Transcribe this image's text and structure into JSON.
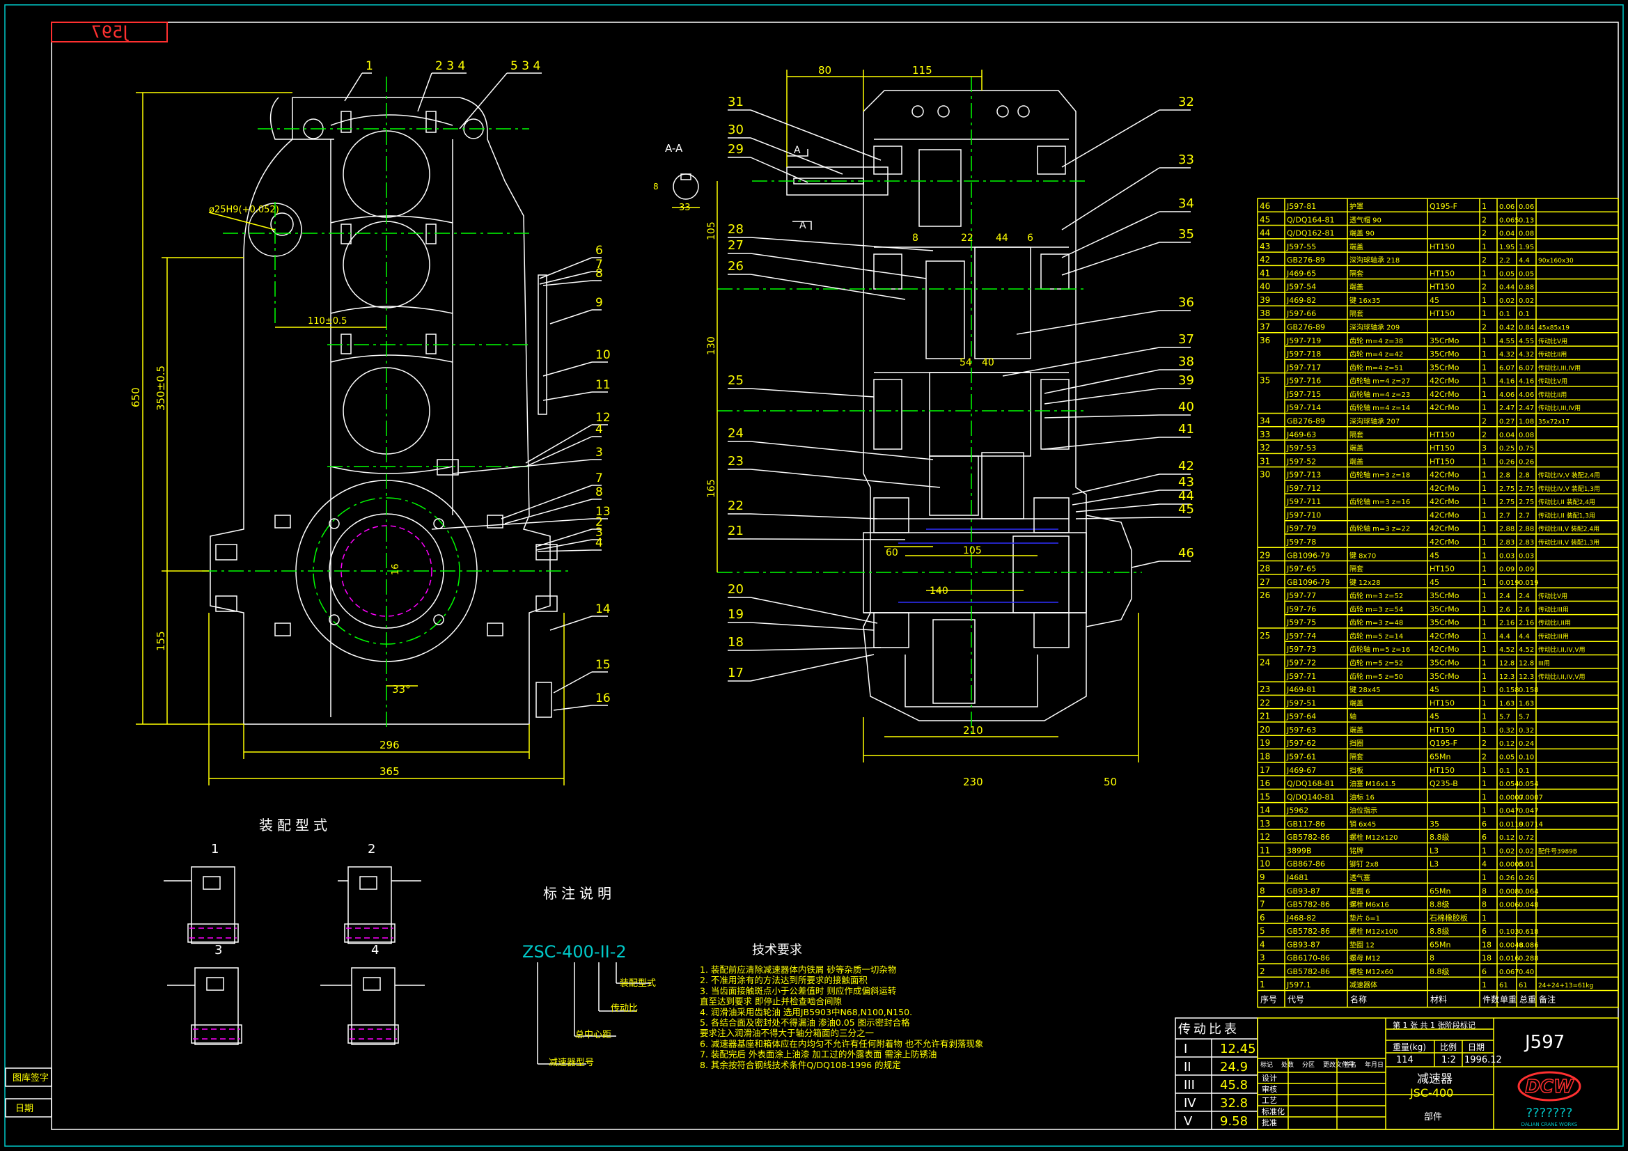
{
  "drawing": {
    "corner_code": "J597",
    "views": {
      "front": {
        "dims": {
          "height": "650",
          "height2": "350±0.5",
          "lower": "155",
          "width_inner": "296",
          "width_outer": "365",
          "bore": "ø25H9(+0.052)",
          "shaft_center": "110±0.5",
          "angle": "33°",
          "key": "16"
        },
        "part_callouts": [
          "1",
          "2 3 4",
          "5 3 4",
          "6",
          "7",
          "8",
          "9",
          "10",
          "11",
          "12",
          "4",
          "3",
          "7",
          "8",
          "13",
          "2",
          "3",
          "4",
          "14",
          "15",
          "16"
        ]
      },
      "section_label": "A-A",
      "section_dims": {
        "a": "8",
        "b": "33",
        "c": "A",
        "d": "A"
      },
      "side": {
        "dims": {
          "top80": "80",
          "top115": "115",
          "d105": "105",
          "d130": "130",
          "d165": "165",
          "w210": "210",
          "w230": "230",
          "w50": "50",
          "p60": "60",
          "p105": "105",
          "p140": "140",
          "d8": "8",
          "d22": "22",
          "d44": "44",
          "d6": "6",
          "d54": "54",
          "d40": "40"
        },
        "callouts_left": [
          "31",
          "30",
          "29",
          "28",
          "27",
          "26",
          "25",
          "24",
          "23",
          "22",
          "21",
          "20",
          "19",
          "18",
          "17"
        ],
        "callouts_right": [
          "32",
          "33",
          "34",
          "35",
          "36",
          "37",
          "38",
          "39",
          "40",
          "41",
          "42",
          "43",
          "44",
          "45",
          "46"
        ]
      }
    },
    "assembly": {
      "title": "装配型式",
      "types": [
        "1",
        "2",
        "3",
        "4"
      ]
    },
    "notation": {
      "title": "标注说明",
      "model": "ZSC-400-II-2",
      "labels": [
        "装配型式",
        "传动比",
        "总中心距",
        "减速器型号"
      ]
    },
    "requirements": {
      "title": "技术要求",
      "items": [
        "1. 装配前应清除减速器体内铁屑 砂等杂质一切杂物",
        "2. 不准用涂有的方法达到所要求的接触面积",
        "3. 当齿面接触斑点小于公差值时 则应作成偏斜运转",
        "   直至达到要求 即停止并检查啮合间隙",
        "4. 润滑油采用齿轮油 选用JB5903中N68,N100,N150.",
        "5. 各结合面及密封处不得漏油 渗油0.05 图示密封合格",
        "   要求注入润滑油不得大于轴分箱面的三分之一",
        "6. 减速器基座和箱体应在内均匀不允许有任何附着物 也不允许有剥落现象",
        "7. 装配完后 外表面涂上油漆 加工过的外露表面 需涂上防锈油",
        "8. 其余按符合钢线技术条件Q/DQ108-1996 的规定"
      ]
    },
    "ratio_table": {
      "header": "传动比表",
      "rows": [
        [
          "I",
          "12.45"
        ],
        [
          "II",
          "24.9"
        ],
        [
          "III",
          "45.8"
        ],
        [
          "IV",
          "32.8"
        ],
        [
          "V",
          "9.58"
        ]
      ]
    },
    "left_stamps": [
      "图库签字",
      "日期"
    ],
    "bom": {
      "columns": [
        "序号",
        "代号",
        "名称",
        "材料",
        "件数",
        "单重",
        "总重",
        "备注"
      ],
      "rows": [
        [
          "46",
          "J597-81",
          "护罩",
          "Q195-F",
          "1",
          "0.06",
          "0.06",
          ""
        ],
        [
          "45",
          "Q/DQ164-81",
          "透气帽 90",
          "",
          "2",
          "0.065",
          "0.13",
          ""
        ],
        [
          "44",
          "Q/DQ162-81",
          "端盖 90",
          "",
          "2",
          "0.04",
          "0.08",
          ""
        ],
        [
          "43",
          "J597-55",
          "端盖",
          "HT150",
          "1",
          "1.95",
          "1.95",
          ""
        ],
        [
          "42",
          "GB276-89",
          "深沟球轴承 218",
          "",
          "2",
          "2.2",
          "4.4",
          "90x160x30"
        ],
        [
          "41",
          "J469-65",
          "隔套",
          "HT150",
          "1",
          "0.05",
          "0.05",
          ""
        ],
        [
          "40",
          "J597-54",
          "端盖",
          "HT150",
          "2",
          "0.44",
          "0.88",
          ""
        ],
        [
          "39",
          "J469-82",
          "键 16x35",
          "45",
          "1",
          "0.02",
          "0.02",
          ""
        ],
        [
          "38",
          "J597-66",
          "隔套",
          "HT150",
          "1",
          "0.1",
          "0.1",
          ""
        ],
        [
          "37",
          "GB276-89",
          "深沟球轴承 209",
          "",
          "2",
          "0.42",
          "0.84",
          "45x85x19"
        ],
        [
          "36",
          "J597-719",
          "齿轮 m=4 z=38",
          "35CrMo",
          "1",
          "4.55",
          "4.55",
          "传动比V用"
        ],
        [
          "",
          "J597-718",
          "齿轮 m=4 z=42",
          "35CrMo",
          "1",
          "4.32",
          "4.32",
          "传动比II用"
        ],
        [
          "",
          "J597-717",
          "齿轮 m=4 z=51",
          "35CrMo",
          "1",
          "6.07",
          "6.07",
          "传动比I,III,IV用"
        ],
        [
          "35",
          "J597-716",
          "齿轮轴 m=4 z=27",
          "42CrMo",
          "1",
          "4.16",
          "4.16",
          "传动比V用"
        ],
        [
          "",
          "J597-715",
          "齿轮轴 m=4 z=23",
          "42CrMo",
          "1",
          "4.06",
          "4.06",
          "传动比II用"
        ],
        [
          "",
          "J597-714",
          "齿轮轴 m=4 z=14",
          "42CrMo",
          "1",
          "2.47",
          "2.47",
          "传动比I,III,IV用"
        ],
        [
          "34",
          "GB276-89",
          "深沟球轴承 207",
          "",
          "2",
          "0.27",
          "1.08",
          "35x72x17"
        ],
        [
          "33",
          "J469-63",
          "隔套",
          "HT150",
          "2",
          "0.04",
          "0.08",
          ""
        ],
        [
          "32",
          "J597-53",
          "端盖",
          "HT150",
          "3",
          "0.25",
          "0.75",
          ""
        ],
        [
          "31",
          "J597-52",
          "端盖",
          "HT150",
          "1",
          "0.26",
          "0.26",
          ""
        ],
        [
          "30",
          "J597-713",
          "齿轮轴 m=3 z=18",
          "42CrMo",
          "1",
          "2.8",
          "2.8",
          "传动比IV,V 装配2,4用"
        ],
        [
          "",
          "J597-712",
          "",
          "42CrMo",
          "1",
          "2.75",
          "2.75",
          "传动比IV,V 装配1,3用"
        ],
        [
          "",
          "J597-711",
          "齿轮轴 m=3 z=16",
          "42CrMo",
          "1",
          "2.75",
          "2.75",
          "传动比I,II 装配2,4用"
        ],
        [
          "",
          "J597-710",
          "",
          "42CrMo",
          "1",
          "2.7",
          "2.7",
          "传动比I,II 装配1,3用"
        ],
        [
          "",
          "J597-79",
          "齿轮轴 m=3 z=22",
          "42CrMo",
          "1",
          "2.88",
          "2.88",
          "传动比III,V 装配2,4用"
        ],
        [
          "",
          "J597-78",
          "",
          "42CrMo",
          "1",
          "2.83",
          "2.83",
          "传动比III,V 装配1,3用"
        ],
        [
          "29",
          "GB1096-79",
          "键 8x70",
          "45",
          "1",
          "0.03",
          "0.03",
          ""
        ],
        [
          "28",
          "J597-65",
          "隔套",
          "HT150",
          "1",
          "0.09",
          "0.09",
          ""
        ],
        [
          "27",
          "GB1096-79",
          "键 12x28",
          "45",
          "1",
          "0.019",
          "0.019",
          ""
        ],
        [
          "26",
          "J597-77",
          "齿轮 m=3 z=52",
          "35CrMo",
          "1",
          "2.4",
          "2.4",
          "传动比V用"
        ],
        [
          "",
          "J597-76",
          "齿轮 m=3 z=54",
          "35CrMo",
          "1",
          "2.6",
          "2.6",
          "传动比III用"
        ],
        [
          "",
          "J597-75",
          "齿轮 m=3 z=48",
          "35CrMo",
          "1",
          "2.16",
          "2.16",
          "传动比I,II用"
        ],
        [
          "25",
          "J597-74",
          "齿轮 m=5 z=14",
          "42CrMo",
          "1",
          "4.4",
          "4.4",
          "传动比III用"
        ],
        [
          "",
          "J597-73",
          "齿轮轴 m=5 z=16",
          "42CrMo",
          "1",
          "4.52",
          "4.52",
          "传动比I,II,IV,V用"
        ],
        [
          "24",
          "J597-72",
          "齿轮 m=5 z=52",
          "35CrMo",
          "1",
          "12.8",
          "12.8",
          "III用"
        ],
        [
          "",
          "J597-71",
          "齿轮 m=5 z=50",
          "35CrMo",
          "1",
          "12.3",
          "12.3",
          "传动比I,II,IV,V用"
        ],
        [
          "23",
          "J469-81",
          "键 28x45",
          "45",
          "1",
          "0.158",
          "0.158",
          ""
        ],
        [
          "22",
          "J597-51",
          "端盖",
          "HT150",
          "1",
          "1.63",
          "1.63",
          ""
        ],
        [
          "21",
          "J597-64",
          "轴",
          "45",
          "1",
          "5.7",
          "5.7",
          ""
        ],
        [
          "20",
          "J597-63",
          "端盖",
          "HT150",
          "1",
          "0.32",
          "0.32",
          ""
        ],
        [
          "19",
          "J597-62",
          "挡圈",
          "Q195-F",
          "2",
          "0.12",
          "0.24",
          ""
        ],
        [
          "18",
          "J597-61",
          "隔套",
          "65Mn",
          "2",
          "0.05",
          "0.10",
          ""
        ],
        [
          "17",
          "J469-67",
          "挡板",
          "HT150",
          "1",
          "0.1",
          "0.1",
          ""
        ],
        [
          "16",
          "Q/DQ168-81",
          "油塞 M16x1.5",
          "Q235-B",
          "1",
          "0.054",
          "0.054",
          ""
        ],
        [
          "15",
          "Q/DQ140-81",
          "油标 16",
          "",
          "1",
          "0.0007",
          "0.0007",
          ""
        ],
        [
          "14",
          "J5962",
          "油位指示",
          "",
          "1",
          "0.047",
          "0.047",
          ""
        ],
        [
          "13",
          "GB117-86",
          "销 6x45",
          "35",
          "6",
          "0.0119",
          "0.0714",
          ""
        ],
        [
          "12",
          "GB5782-86",
          "螺栓 M12x120",
          "8.8级",
          "6",
          "0.12",
          "0.72",
          ""
        ],
        [
          "11",
          "3899B",
          "铭牌",
          "L3",
          "1",
          "0.02",
          "0.02",
          "配件号3989B"
        ],
        [
          "10",
          "GB867-86",
          "铆钉 2x8",
          "L3",
          "4",
          "0.0005",
          "0.01",
          ""
        ],
        [
          "9",
          "J4681",
          "透气塞",
          "",
          "1",
          "0.26",
          "0.26",
          ""
        ],
        [
          "8",
          "GB93-87",
          "垫圈 6",
          "65Mn",
          "8",
          "0.008",
          "0.064",
          ""
        ],
        [
          "7",
          "GB5782-86",
          "螺栓 M6x16",
          "8.8级",
          "8",
          "0.006",
          "0.048",
          ""
        ],
        [
          "6",
          "J468-82",
          "垫片 δ=1",
          "石棉橡胶板",
          "1",
          "",
          "",
          ""
        ],
        [
          "5",
          "GB5782-86",
          "螺栓 M12x100",
          "8.8级",
          "6",
          "0.103",
          "0.618",
          ""
        ],
        [
          "4",
          "GB93-87",
          "垫圈 12",
          "65Mn",
          "18",
          "0.0048",
          "0.086",
          ""
        ],
        [
          "3",
          "GB6170-86",
          "螺母 M12",
          "8",
          "18",
          "0.016",
          "0.288",
          ""
        ],
        [
          "2",
          "GB5782-86",
          "螺栓 M12x60",
          "8.8级",
          "6",
          "0.067",
          "0.40",
          ""
        ],
        [
          "1",
          "J597.1",
          "减速器体",
          "",
          "1",
          "61",
          "61",
          "24+24+13=61kg"
        ]
      ]
    },
    "title_block": {
      "name": "减速器",
      "model": "JSC-400",
      "code": "J597",
      "part_type": "部件",
      "weight": "114",
      "scale": "1:2",
      "date": "1996.12",
      "sheet": "第 1 张 共 1 张",
      "row_labels": [
        "标记",
        "处数",
        "分区",
        "更改文件号",
        "签名",
        "年月日"
      ],
      "role_labels": [
        "设计",
        "审核",
        "工艺",
        "标准化",
        "批准"
      ],
      "mark_label": "阶段标记",
      "weight_label": "重量(kg)",
      "scale_label": "比例",
      "date_label": "日期",
      "logo": "DCW",
      "logo_sub": "???????",
      "company": "DALIAN CRANE WORKS"
    }
  }
}
